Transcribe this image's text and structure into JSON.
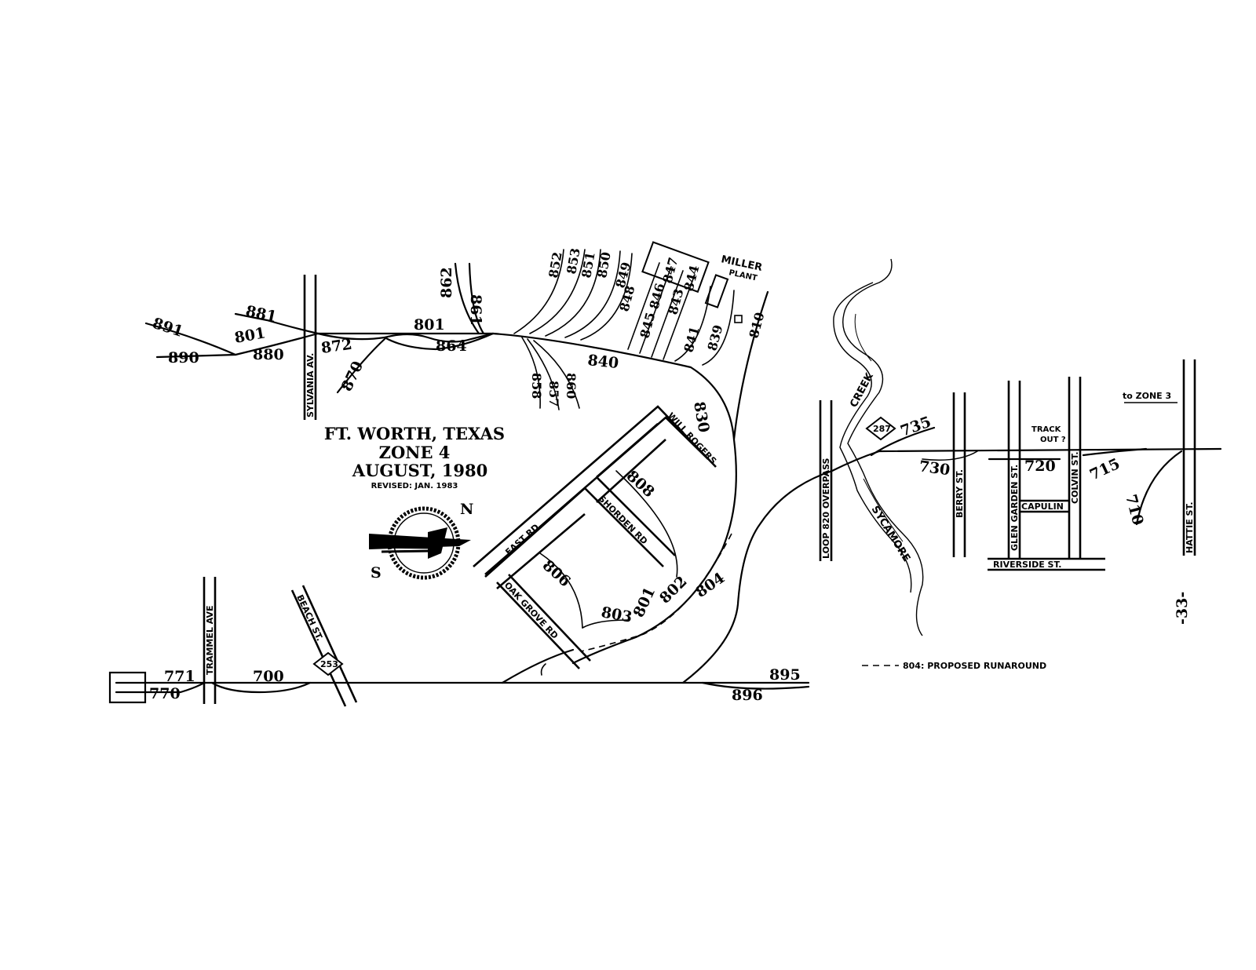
{
  "title": {
    "line1": "FT. WORTH, TEXAS",
    "line2": "ZONE 4",
    "line3": "AUGUST, 1980",
    "line4": "REVISED: JAN. 1983"
  },
  "compass": {
    "north": "N",
    "south": "S"
  },
  "plant_label": [
    "MILLER",
    "PLANT"
  ],
  "track_numbers": {
    "t891": "891",
    "t890": "890",
    "t881": "881",
    "t801a": "801",
    "t880": "880",
    "t872": "872",
    "t870": "870",
    "t801b": "801",
    "t864": "864",
    "t862": "862",
    "t861": "861",
    "t852": "852",
    "t853": "853",
    "t851": "851",
    "t850": "850",
    "t849": "849",
    "t848": "848",
    "t847": "847",
    "t846": "846",
    "t845": "845",
    "t844": "844",
    "t843": "843",
    "t841": "841",
    "t839": "839",
    "t810": "810",
    "t840": "840",
    "t858": "858",
    "t857": "857",
    "t860": "860",
    "t830": "830",
    "t808": "808",
    "t806": "806",
    "t803": "803",
    "t801c": "801",
    "t802": "802",
    "t804": "804",
    "t771": "771",
    "t770": "770",
    "t700": "700",
    "t895": "895",
    "t896": "896",
    "t735": "735",
    "t730": "730",
    "t720": "720",
    "t715": "715",
    "t710": "710"
  },
  "streets": {
    "sylvania": "SYLVANIA AV.",
    "trammel": "TRAMMEL AVE",
    "beach": "BEACH ST.",
    "will_rogers": "WILL ROGERS",
    "east_rd": "EAST RD",
    "shorden": "SHORDEN RD",
    "oak_grove": "OAK GROVE RD",
    "loop820": "LOOP 820 OVERPASS",
    "berry": "BERRY ST.",
    "glen_garden": "GLEN GARDEN ST.",
    "colvin": "COLVIN ST.",
    "capulin": "CAPULIN",
    "riverside": "RIVERSIDE ST.",
    "hattie": "HATTIE ST."
  },
  "highway_shields": {
    "h287": "287",
    "h253": "253"
  },
  "water": {
    "creek1": "CREEK",
    "creek2": "SYCAMORE"
  },
  "notes": {
    "to_zone": "to ZONE 3",
    "track_out": [
      "TRACK",
      "OUT ?"
    ],
    "legend": "804: PROPOSED RUNAROUND",
    "page": "-33-"
  }
}
